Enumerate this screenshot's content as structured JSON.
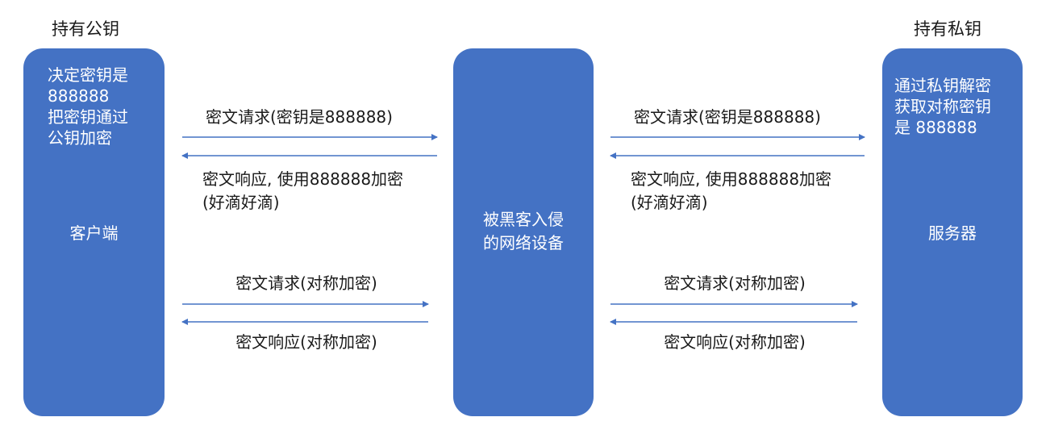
{
  "colors": {
    "box": "#4472c4",
    "arrow": "#4472c4"
  },
  "left": {
    "caption": "持有公钥",
    "note_lines": [
      "决定密钥是",
      "888888",
      "把密钥通过",
      "公钥加密"
    ],
    "title": "客户端"
  },
  "middle": {
    "title_lines": [
      "被黑客入侵",
      "的网络设备"
    ]
  },
  "right": {
    "caption": "持有私钥",
    "note_lines": [
      "通过私钥解密",
      "获取对称密钥",
      "是 888888"
    ],
    "title": "服务器"
  },
  "links": {
    "left": {
      "request_1": "密文请求(密钥是888888)",
      "response_1_line1": "密文响应, 使用888888加密",
      "response_1_line2": "(好滴好滴)",
      "request_2": "密文请求(对称加密)",
      "response_2": "密文响应(对称加密)"
    },
    "right": {
      "request_1": "密文请求(密钥是888888)",
      "response_1_line1": "密文响应, 使用888888加密",
      "response_1_line2": "(好滴好滴)",
      "request_2": "密文请求(对称加密)",
      "response_2": "密文响应(对称加密)"
    }
  }
}
